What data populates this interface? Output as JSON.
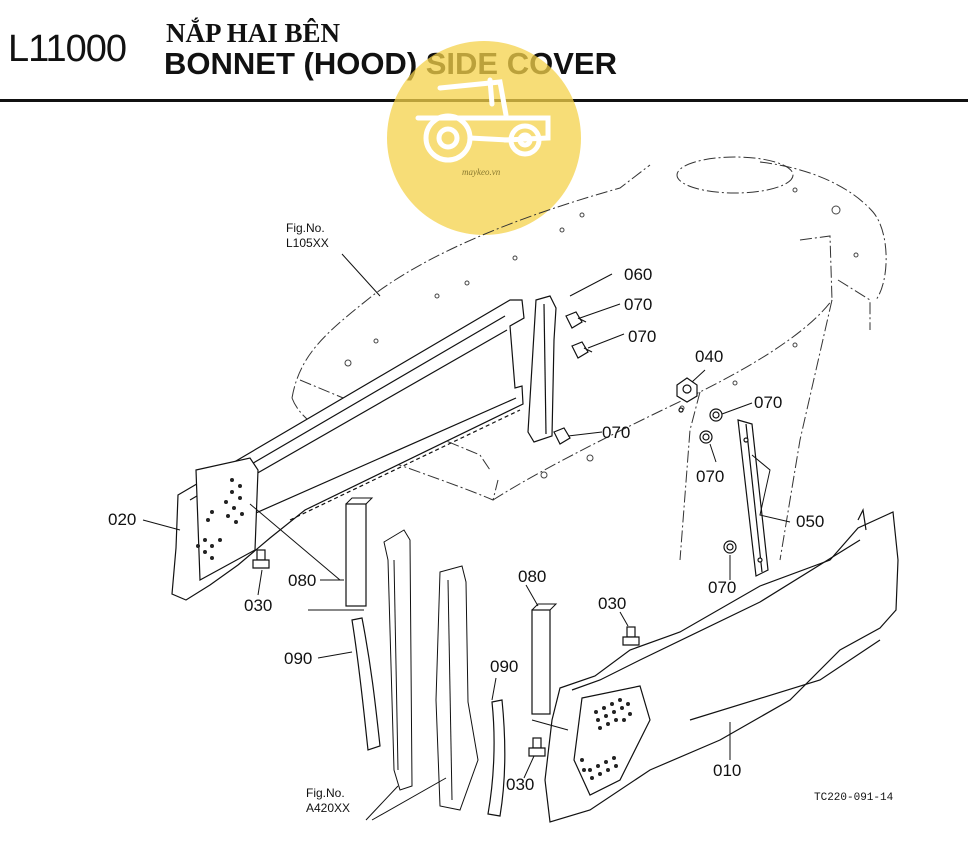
{
  "header": {
    "code": "L11000",
    "title_vn": "NẮP HAI BÊN",
    "title_en": "BONNET (HOOD) SIDE COVER"
  },
  "watermark": {
    "text": "maykeo.vn",
    "color": "#f4d24a"
  },
  "figure_refs": {
    "top": {
      "line1": "Fig.No.",
      "line2": "L105XX"
    },
    "bottom": {
      "line1": "Fig.No.",
      "line2": "A420XX"
    }
  },
  "part_labels": {
    "p010": "010",
    "p020": "020",
    "p030_a": "030",
    "p030_b": "030",
    "p030_c": "030",
    "p040": "040",
    "p050": "050",
    "p060": "060",
    "p070_a": "070",
    "p070_b": "070",
    "p070_c": "070",
    "p070_d": "070",
    "p070_e": "070",
    "p070_f": "070",
    "p080_a": "080",
    "p080_b": "080",
    "p090_a": "090",
    "p090_b": "090"
  },
  "reference_code": "TC220-091-14"
}
